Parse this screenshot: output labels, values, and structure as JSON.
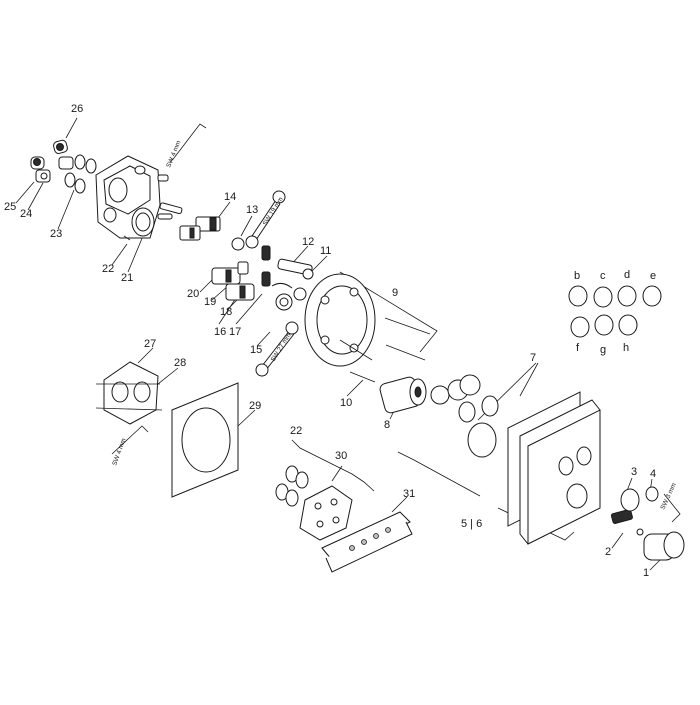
{
  "diagram": {
    "part_numbers": [
      "1",
      "2",
      "3",
      "4",
      "5 | 6",
      "7",
      "8",
      "9",
      "10",
      "11",
      "12",
      "13",
      "14",
      "15",
      "16",
      "17",
      "18",
      "19",
      "20",
      "21",
      "22",
      "22",
      "23",
      "24",
      "25",
      "26",
      "27",
      "28",
      "29",
      "30",
      "31"
    ],
    "variant_letters": [
      "b",
      "c",
      "d",
      "e",
      "f",
      "g",
      "h"
    ],
    "tool_labels": {
      "sw4_top": "SW 4 mm",
      "sw19": "SW 19 mm",
      "sw27": "SW 27 mm",
      "sw4_bottom": "SW 4 mm",
      "sw3": "SW 3 mm"
    }
  }
}
